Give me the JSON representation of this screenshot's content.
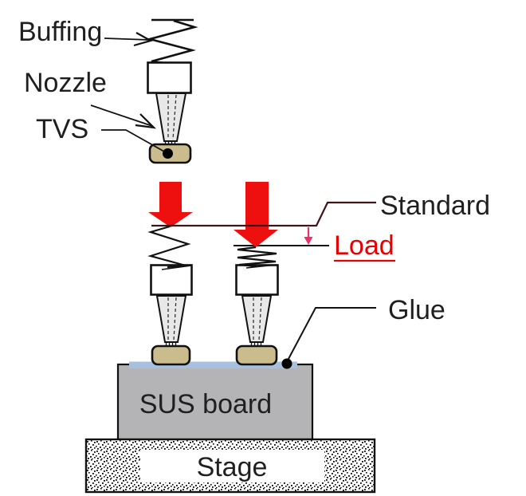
{
  "labels": {
    "buffing": "Buffing",
    "nozzle": "Nozzle",
    "tvs": "TVS",
    "standard": "Standard",
    "load": "Load",
    "glue": "Glue",
    "sus_board": "SUS board",
    "stage": "Stage"
  },
  "colors": {
    "arrow_red": "#ee0f0f",
    "load_text_red": "#e60000",
    "standard_line_maroon": "#3d1518",
    "measure_arrow_pink": "#ed2f6a",
    "tvs_chip_tan": "#cabc8c",
    "glue_strip_blue": "#a7c0dd",
    "sus_board_gray": "#b4b4b6",
    "nozzle_tip_gray": "#e8e8e8",
    "outline_black": "#111111"
  }
}
